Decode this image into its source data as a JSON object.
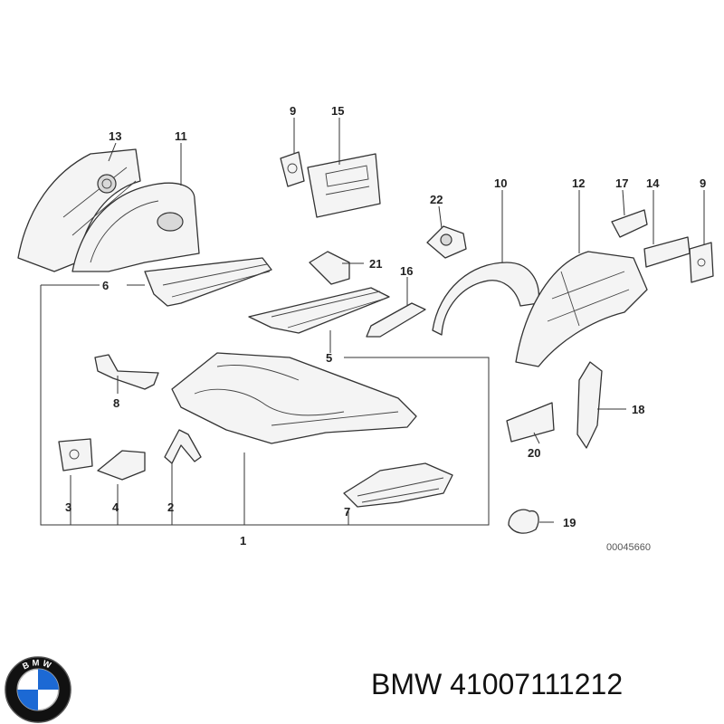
{
  "callouts": {
    "c1": "1",
    "c2": "2",
    "c3": "3",
    "c4": "4",
    "c5": "5",
    "c6": "6",
    "c7": "7",
    "c8": "8",
    "c9a": "9",
    "c9b": "9",
    "c10": "10",
    "c11": "11",
    "c12": "12",
    "c13": "13",
    "c14": "14",
    "c15": "15",
    "c16": "16",
    "c17": "17",
    "c18": "18",
    "c19": "19",
    "c20": "20",
    "c21": "21",
    "c22": "22"
  },
  "diagram_ref": "00045660",
  "footer": {
    "label": "BMW 41007111212",
    "logo_text": "BMW"
  },
  "colors": {
    "line": "#333333",
    "logo_blue": "#1c69d4",
    "logo_ring": "#111111"
  },
  "icons": {
    "logo": "bmw-roundel-icon"
  }
}
